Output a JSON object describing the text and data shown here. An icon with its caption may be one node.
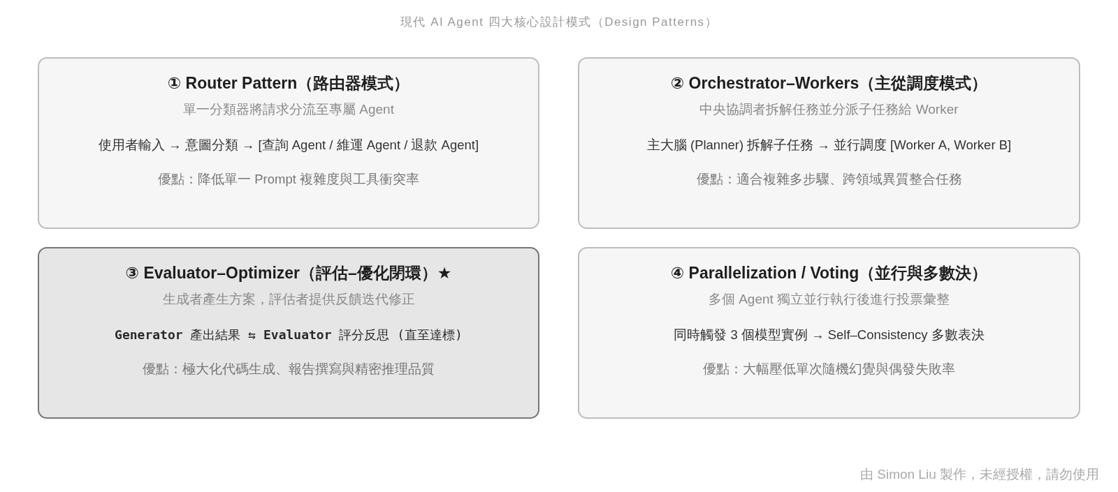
{
  "diagram": {
    "title": "現代 AI Agent 四大核心設計模式（Design Patterns）",
    "nodes": [
      {
        "text": [
          "① Router Pattern（路由器模式）",
          "單一分類器將請求分流至專屬 Agent",
          "使用者輸入 → 意圖分類 → [查詢 Agent / 維運 Agent / 退款 Agent]",
          "優點：降低單一 Prompt 複雜度與工具衝突率"
        ]
      },
      {
        "text": [
          "② Orchestrator–Workers（主從調度模式）",
          "中央協調者拆解任務並分派子任務給 Worker",
          "主大腦 (Planner) 拆解子任務 → 並行調度 [Worker A, Worker B]",
          "優點：適合複雜多步驟、跨領域異質整合任務"
        ]
      },
      {
        "text": [
          "③ Evaluator–Optimizer（評估–優化閉環）★",
          "生成者產生方案，評估者提供反饋迭代修正",
          "**Generator** 產出結果 ⇆ **Evaluator** 評分反思 (直至達標)",
          "優點：極大化代碼生成、報告撰寫與精密推理品質"
        ]
      },
      {
        "text": [
          "④ Parallelization / Voting（並行與多數決）",
          "多個 Agent 獨立並行執行後進行投票彙整",
          "同時觸發 3 個模型實例 → Self–Consistency 多數表決",
          "優點：大幅壓低單次隨機幻覺與偶發失敗率"
        ]
      }
    ],
    "labels": [
      "由 Simon Liu 製作，未經授權，請勿使用"
    ]
  }
}
